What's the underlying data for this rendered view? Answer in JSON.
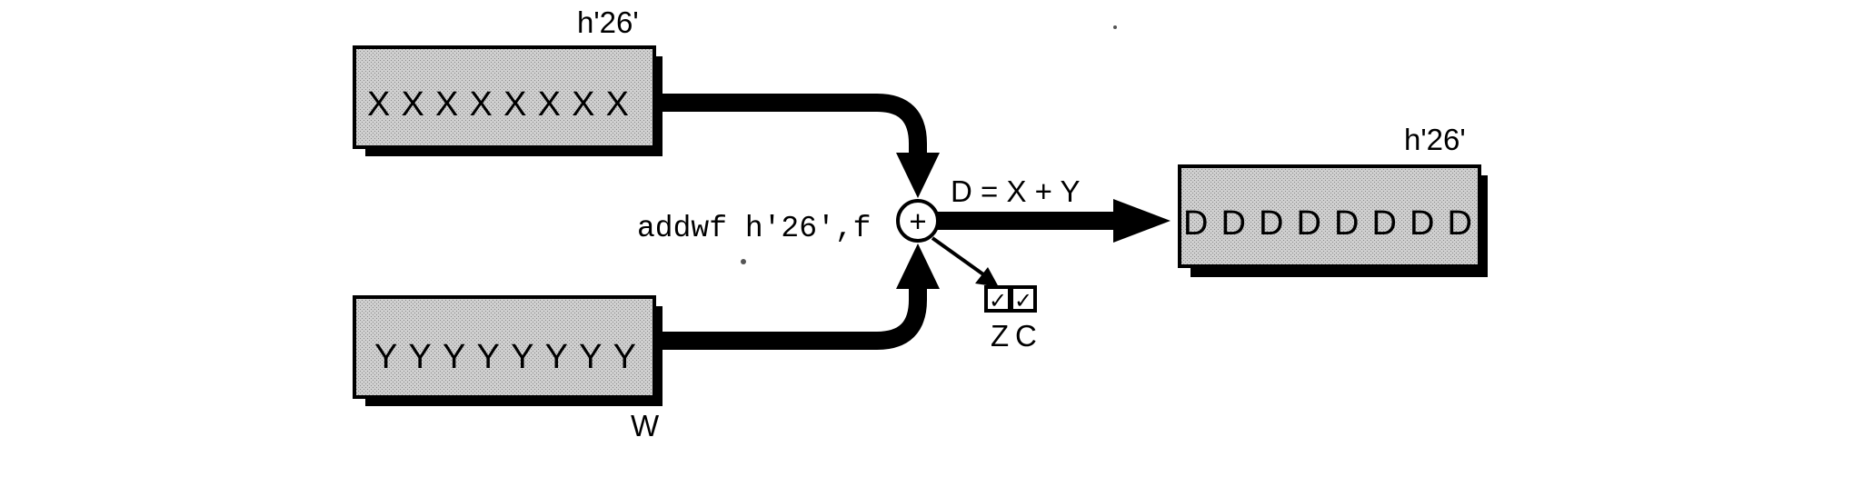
{
  "diagram": {
    "register_f": {
      "address_label": "h'26'",
      "bits": "XXXXXXXX"
    },
    "register_w": {
      "name_label": "W",
      "bits": "YYYYYYYY"
    },
    "adder": {
      "symbol": "+",
      "instruction": "addwf h'26',f"
    },
    "result_equation": "D = X + Y",
    "status_flags": {
      "zero_label": "Z",
      "carry_label": "C",
      "zero_mark": "✓",
      "carry_mark": "✓"
    },
    "register_dest": {
      "address_label": "h'26'",
      "bits": "DDDDDDDD"
    }
  }
}
